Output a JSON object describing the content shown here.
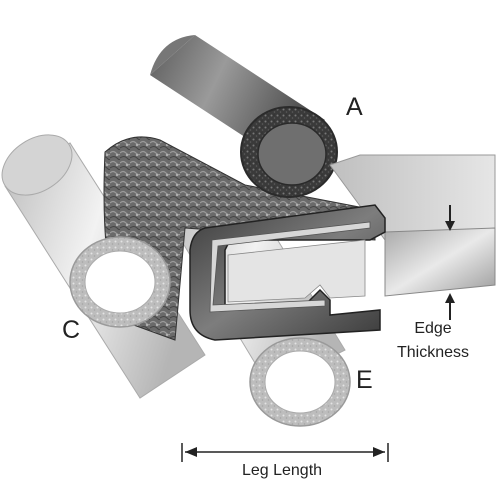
{
  "labels": {
    "a": "A",
    "c": "C",
    "e": "E",
    "edge_line1": "Edge",
    "edge_line2": "Thickness",
    "leg_length": "Leg Length"
  },
  "components": {
    "a": "sponge-bulb-tube",
    "c": "light-foam-tube",
    "e": "light-foam-tube",
    "trim": "u-channel-edge-trim",
    "panel": "metal-panel-edge"
  },
  "colors": {
    "dark_tube": "#6e6e6e",
    "light_tube": "#d9d9d9",
    "trim_dark": "#4a4a4a",
    "panel": "#cfcfcf"
  }
}
